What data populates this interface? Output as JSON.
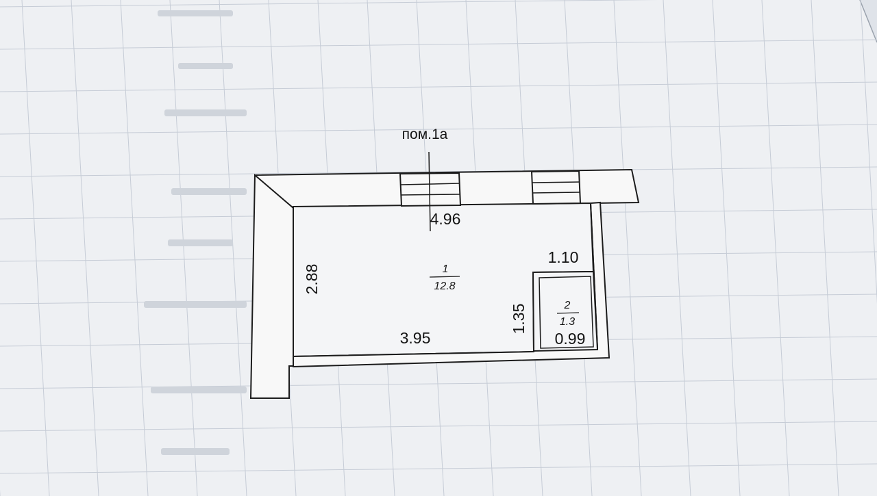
{
  "plan": {
    "title": "пом.1а",
    "dimensions": {
      "top": "4.96",
      "left": "2.88",
      "bottom": "3.95",
      "closet_top": "1.10",
      "closet_side": "1.35",
      "closet_bottom": "0.99"
    },
    "rooms": [
      {
        "number": "1",
        "area": "12.8"
      },
      {
        "number": "2",
        "area": "1.3"
      }
    ]
  },
  "colors": {
    "paper": "#eef0f3",
    "grid": "#c6ccd6",
    "ink": "#1c1c1c",
    "background": "#dfe3e9"
  }
}
